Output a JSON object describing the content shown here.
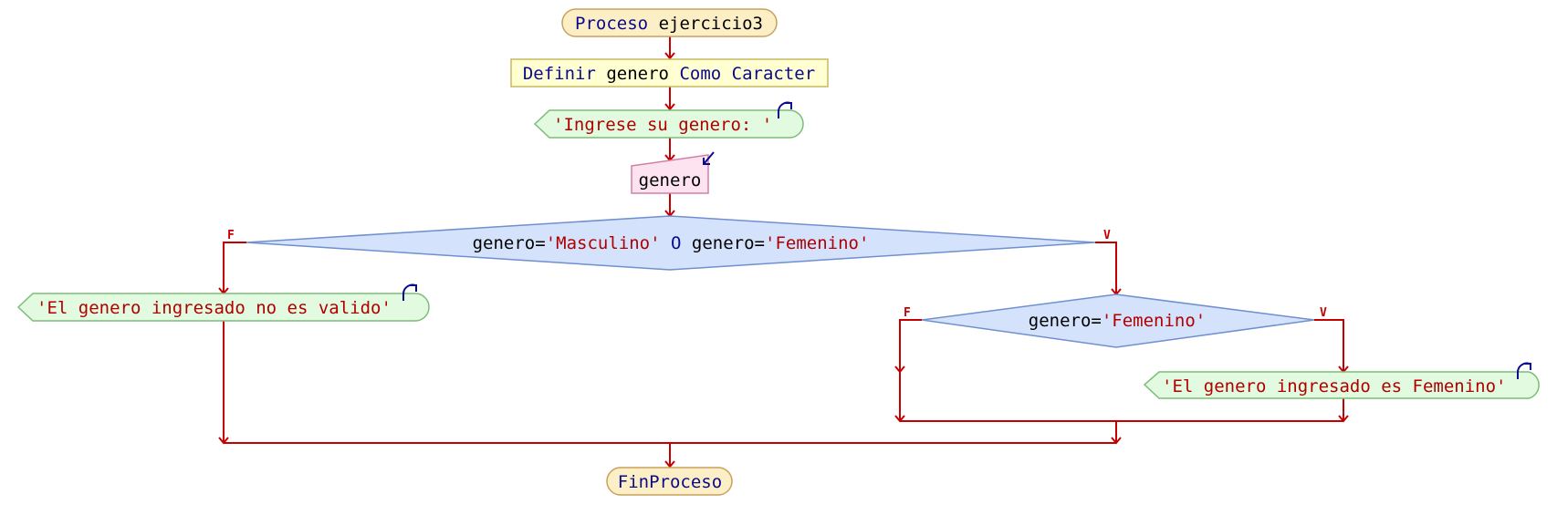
{
  "nodes": {
    "start": {
      "kw": "Proceso",
      "name": "ejercicio3"
    },
    "define": {
      "kw1": "Definir",
      "var": "genero",
      "kw2": "Como",
      "type": "Caracter"
    },
    "prompt": {
      "text": "'Ingrese su genero: '"
    },
    "read": {
      "var": "genero"
    },
    "cond1": {
      "v1": "genero",
      "op1": "=",
      "s1": "'Masculino'",
      "or": "O",
      "v2": "genero",
      "op2": "=",
      "s2": "'Femenino'"
    },
    "out_invalid": {
      "text": "'El genero ingresado no es valido'"
    },
    "cond2": {
      "v": "genero",
      "op": "=",
      "s": "'Femenino'"
    },
    "out_fem": {
      "text": "'El genero ingresado es Femenino'"
    },
    "end": {
      "kw": "FinProceso"
    }
  },
  "branches": {
    "false": "F",
    "true": "V"
  },
  "colors": {
    "terminal_fill": "#fdefc5",
    "terminal_stroke": "#c8a060",
    "process_fill": "#ffffd2",
    "process_stroke": "#c8b860",
    "output_fill": "#e2fbe0",
    "output_stroke": "#7cbc78",
    "input_fill": "#fde3ef",
    "input_stroke": "#d080a8",
    "decision_fill": "#d4e3fb",
    "decision_stroke": "#6f8fd0",
    "flow": "#c40000"
  }
}
